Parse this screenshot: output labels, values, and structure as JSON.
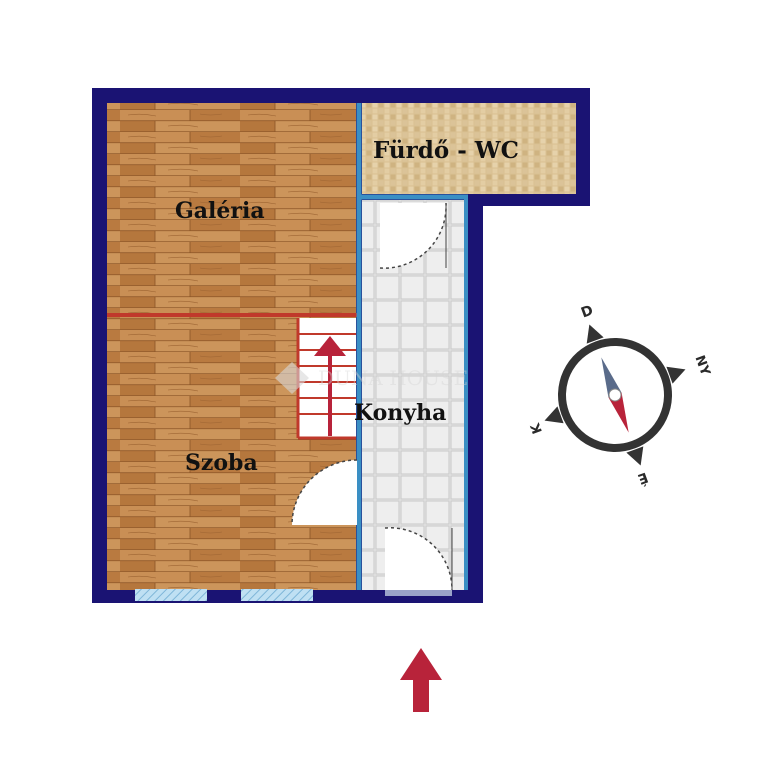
{
  "floorplan": {
    "rooms": {
      "galeria": "Galéria",
      "szoba": "Szoba",
      "furdo": "Fürdő - WC",
      "konyha": "Konyha"
    },
    "watermark": "DUNA HOUSE",
    "compass": {
      "d": "D",
      "ny": "NY",
      "k": "K",
      "e": "É"
    }
  },
  "colors": {
    "wall": "#1a1373",
    "wood_light": "#c98c4e",
    "wood_dark": "#a96a33",
    "tile_bath": "#dcc39a",
    "tile_kitchen": "#e4e4e4",
    "partition": "#3a8fc4",
    "gallery_edge": "#c0392b",
    "arrow": "#b8233a"
  }
}
